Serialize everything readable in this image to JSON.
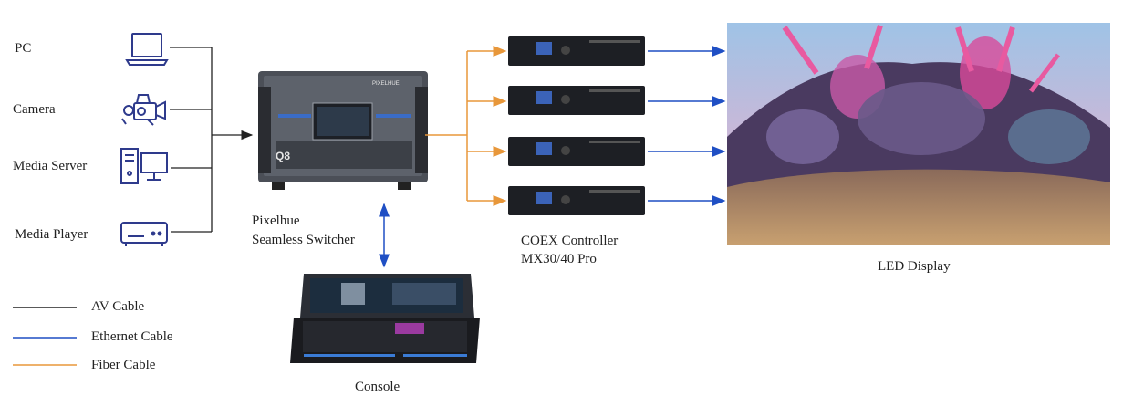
{
  "sources": [
    {
      "label": "PC",
      "icon": "laptop-icon"
    },
    {
      "label": "Camera",
      "icon": "camera-icon"
    },
    {
      "label": "Media Server",
      "icon": "server-icon"
    },
    {
      "label": "Media Player",
      "icon": "media-player-icon"
    }
  ],
  "switcher": {
    "name_line1": "Pixelhue",
    "name_line2": "Seamless Switcher",
    "brand": "PIXELHUE",
    "model": "Q8"
  },
  "controller": {
    "name_line1": "COEX Controller",
    "name_line2": "MX30/40 Pro"
  },
  "display": {
    "label": "LED Display"
  },
  "console": {
    "label": "Console"
  },
  "legend": [
    {
      "label": "AV Cable",
      "color": "#222222"
    },
    {
      "label": "Ethernet Cable",
      "color": "#1f4fc4"
    },
    {
      "label": "Fiber Cable",
      "color": "#e8973a"
    }
  ],
  "colors": {
    "av": "#222222",
    "ethernet": "#1f4fc4",
    "fiber": "#e8973a",
    "icon": "#2e3a8c"
  }
}
